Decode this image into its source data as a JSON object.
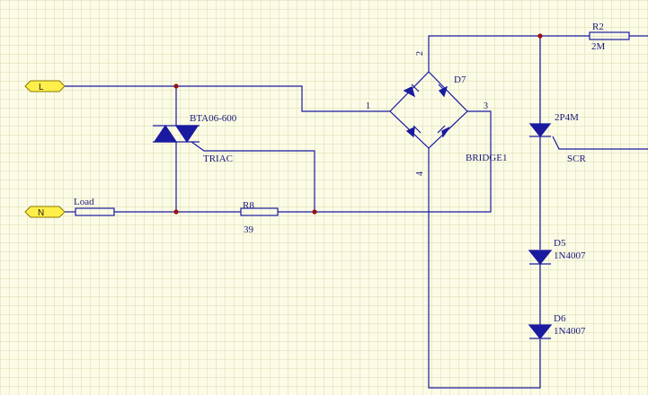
{
  "ports": {
    "line": "L",
    "neutral": "N"
  },
  "components": {
    "load": {
      "ref": "Load"
    },
    "triac": {
      "part": "BTA06-600",
      "label": "TRIAC"
    },
    "r8": {
      "ref": "R8",
      "value": "39"
    },
    "bridge": {
      "ref": "BRIDGE1",
      "diode": "D7",
      "pins": [
        "1",
        "2",
        "3",
        "4"
      ]
    },
    "r2": {
      "ref": "R2",
      "value": "2M"
    },
    "scr": {
      "part": "2P4M",
      "label": "SCR"
    },
    "d5": {
      "ref": "D5",
      "part": "1N4007"
    },
    "d6": {
      "ref": "D6",
      "part": "1N4007"
    }
  },
  "colors": {
    "background": "#fbfbe6",
    "grid": "#d9d9b0",
    "wire": "#1a1aa0",
    "junction": "#9a1010",
    "port_fill": "#ffef4a"
  }
}
